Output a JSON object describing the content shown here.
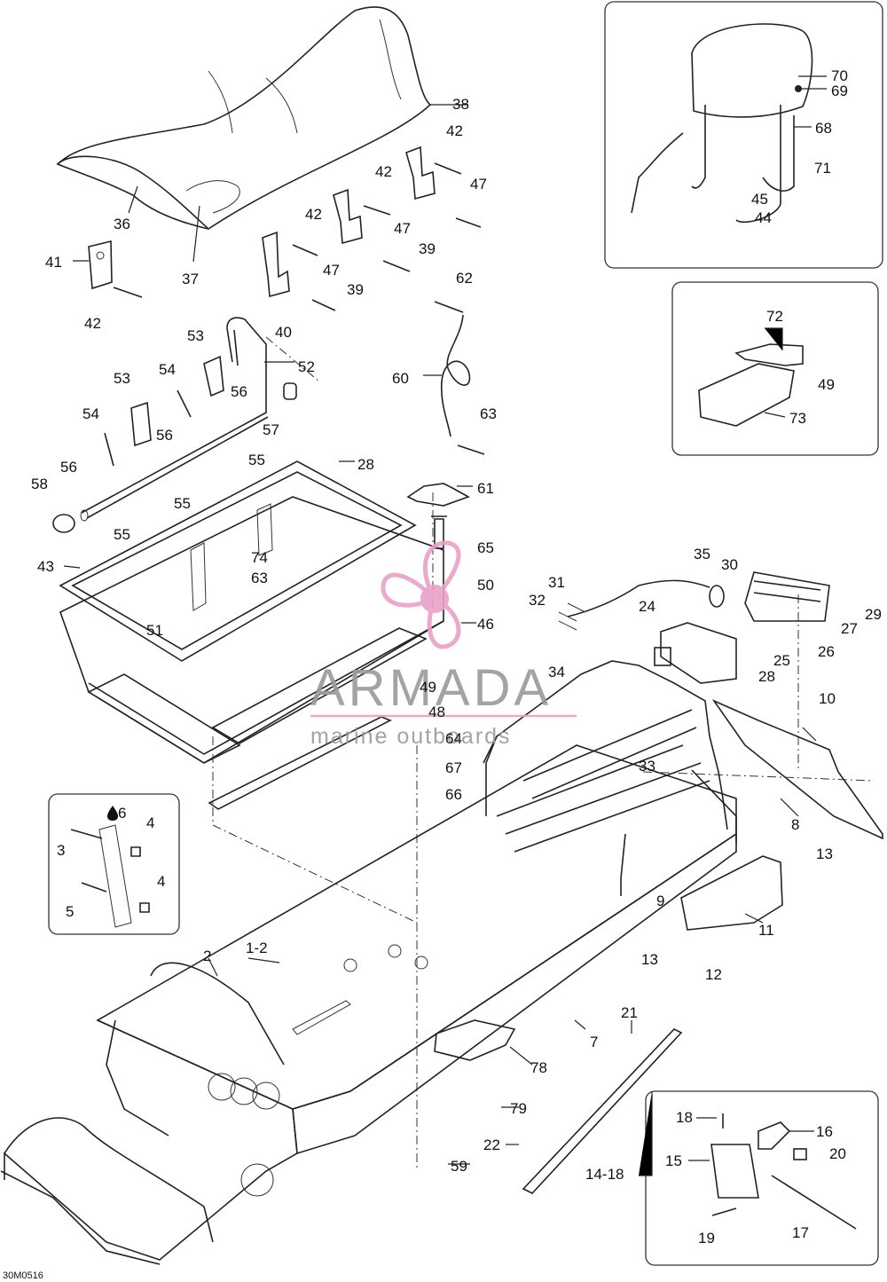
{
  "drawing_code": "30M0516",
  "watermark": {
    "brand": "ARMADA",
    "tagline": "marine outboards",
    "color": "#e8a0c8"
  },
  "callouts": {
    "c1_2": "1-2",
    "c2": "2",
    "c3": "3",
    "c4a": "4",
    "c4b": "4",
    "c5": "5",
    "c6": "6",
    "c7": "7",
    "c8": "8",
    "c9": "9",
    "c10": "10",
    "c11": "11",
    "c12": "12",
    "c13a": "13",
    "c13b": "13",
    "c14_18": "14-18",
    "c15": "15",
    "c16": "16",
    "c17": "17",
    "c18": "18",
    "c19": "19",
    "c20": "20",
    "c21": "21",
    "c22": "22",
    "c24": "24",
    "c25": "25",
    "c26": "26",
    "c27": "27",
    "c28a": "28",
    "c28b": "28",
    "c29": "29",
    "c30": "30",
    "c31": "31",
    "c32": "32",
    "c33": "33",
    "c34": "34",
    "c35": "35",
    "c36": "36",
    "c37": "37",
    "c38": "38",
    "c39a": "39",
    "c39b": "39",
    "c40": "40",
    "c41": "41",
    "c42a": "42",
    "c42b": "42",
    "c42c": "42",
    "c42d": "42",
    "c43": "43",
    "c44": "44",
    "c45": "45",
    "c46": "46",
    "c47a": "47",
    "c47b": "47",
    "c47c": "47",
    "c48": "48",
    "c49a": "49",
    "c49b": "49",
    "c50": "50",
    "c51": "51",
    "c52": "52",
    "c53a": "53",
    "c53b": "53",
    "c54a": "54",
    "c54b": "54",
    "c55a": "55",
    "c55b": "55",
    "c55c": "55",
    "c56a": "56",
    "c56b": "56",
    "c56c": "56",
    "c57": "57",
    "c58": "58",
    "c59": "59",
    "c60": "60",
    "c61": "61",
    "c62": "62",
    "c63a": "63",
    "c63b": "63",
    "c64": "64",
    "c65": "65",
    "c66": "66",
    "c67": "67",
    "c68": "68",
    "c69": "69",
    "c70": "70",
    "c71": "71",
    "c72": "72",
    "c73": "73",
    "c74": "74",
    "c78": "78",
    "c79": "79"
  },
  "icons": {
    "oil_drop": "oil-drop-icon"
  }
}
